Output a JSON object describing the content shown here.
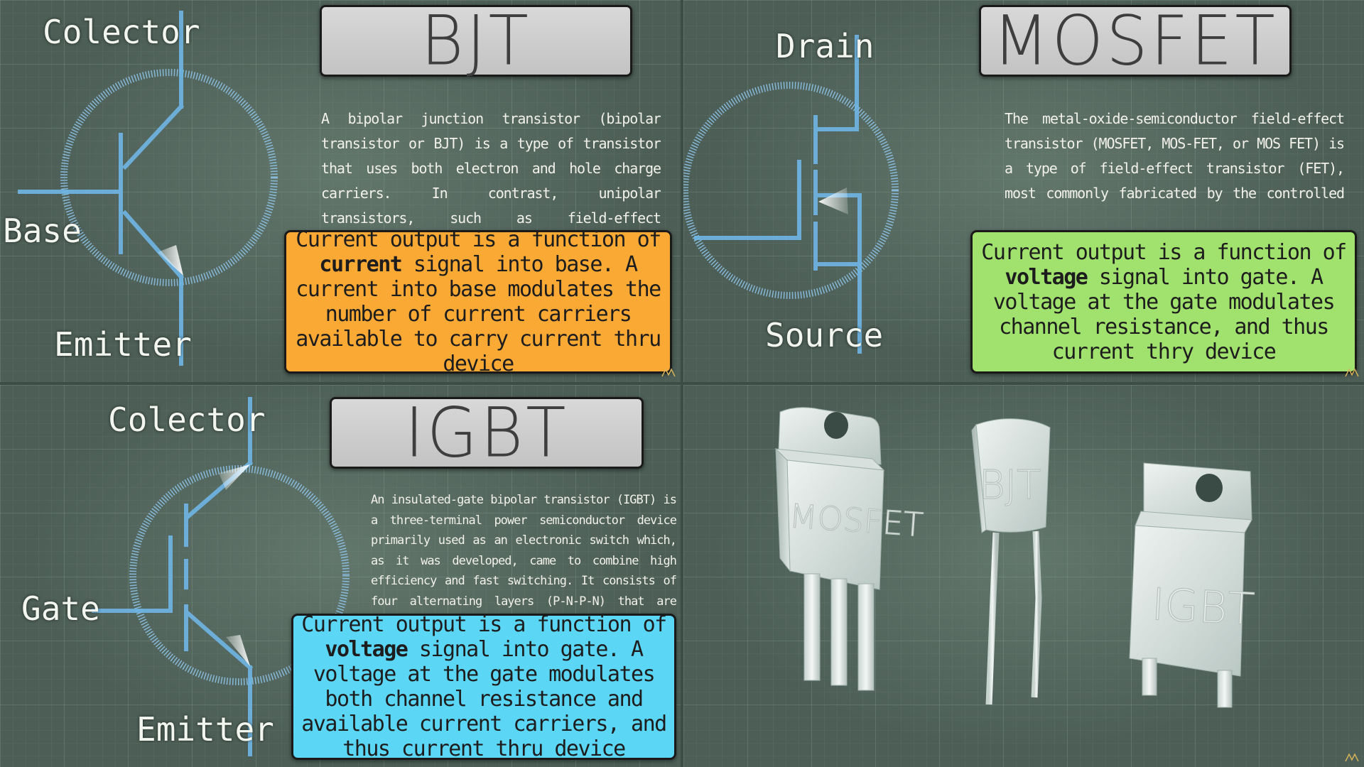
{
  "bjt": {
    "title": "BJT",
    "terminals": {
      "collector": "Colector",
      "base": "Base",
      "emitter": "Emitter"
    },
    "description": "A bipolar junction transistor (bipolar transistor or BJT) is a type of transistor that uses both electron and hole charge carriers. In contrast, unipolar transistors, such as field-effect transistors, only use one kind of charge carrier. For their op-",
    "callout": {
      "pre": "Current output is a function of ",
      "emphasis": "current",
      "post": " signal into base. A current into base modulates the number of current carriers available to carry current thru device",
      "color": "#fba935"
    }
  },
  "mosfet": {
    "title": "MOSFET",
    "terminals": {
      "drain": "Drain",
      "source": "Source"
    },
    "description": "The metal-oxide-semiconductor field-effect transistor (MOSFET, MOS-FET, or MOS FET) is a type of field-effect transistor (FET), most commonly fabricated by the controlled oxidation of silicon.",
    "callout": {
      "pre": "Current output is a function of ",
      "emphasis": "voltage",
      "post": " signal into gate. A voltage at the gate modulates channel resistance, and thus current thry device",
      "color": "#a1e16d"
    }
  },
  "igbt": {
    "title": "IGBT",
    "terminals": {
      "collector": "Colector",
      "gate": "Gate",
      "emitter": "Emitter"
    },
    "description": "An insulated-gate bipolar transistor (IGBT) is a three-terminal power semiconductor device primarily used as an electronic switch which, as it was developed, came to combine high efficiency and fast switching. It consists of four alternating layers (P-N-P-N) that are controlled by a met-",
    "callout": {
      "pre": "Current output is a function of ",
      "emphasis": "voltage",
      "post": " signal into gate. A voltage at the gate modulates both channel resistance and available current carriers, and thus current thru device",
      "color": "#5bd6f5"
    }
  },
  "packages": {
    "mosfet_label": "MOSFET",
    "bjt_label": "BJT",
    "igbt_label": "IGBT"
  },
  "colors": {
    "background": "#4c5e56",
    "symbol_stroke": "#6fb6e6",
    "title_box": "#d0d0d0",
    "package_body": "#e6ecea"
  }
}
